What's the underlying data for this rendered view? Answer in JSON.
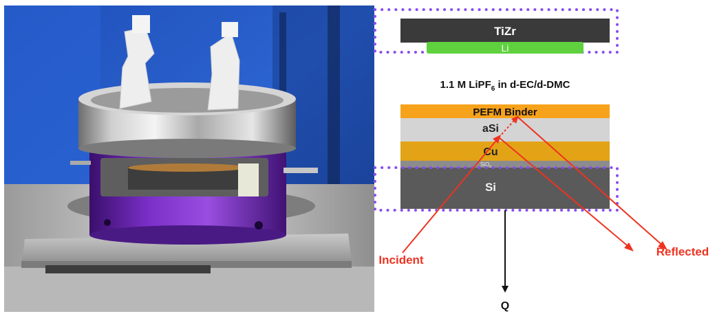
{
  "photo": {
    "description_icon": "photo-of-reflectometry-cell"
  },
  "diagram": {
    "top_layers": {
      "tizr": "TiZr",
      "li": "Li"
    },
    "electrolyte_prefix": "1.1 M LiPF",
    "electrolyte_sub": "6",
    "electrolyte_suffix": " in d-EC/d-DMC",
    "stack": {
      "binder": "PEFM Binder",
      "asi": "aSi",
      "cu": "Cu",
      "sio_base": "SiO",
      "sio_sub": "x",
      "si": "Si"
    },
    "incident": "Incident",
    "reflected": "Reflected",
    "q": "Q"
  },
  "colors": {
    "tizr": "#3a3a3a",
    "li": "#5fd13f",
    "binder": "#f7a21b",
    "asi": "#d4d4d4",
    "cu": "#e3a316",
    "sio": "#8c8c8c",
    "si": "#5a5a5a",
    "beam": "#ee3320",
    "dotted_box": "#8a4cf0"
  }
}
